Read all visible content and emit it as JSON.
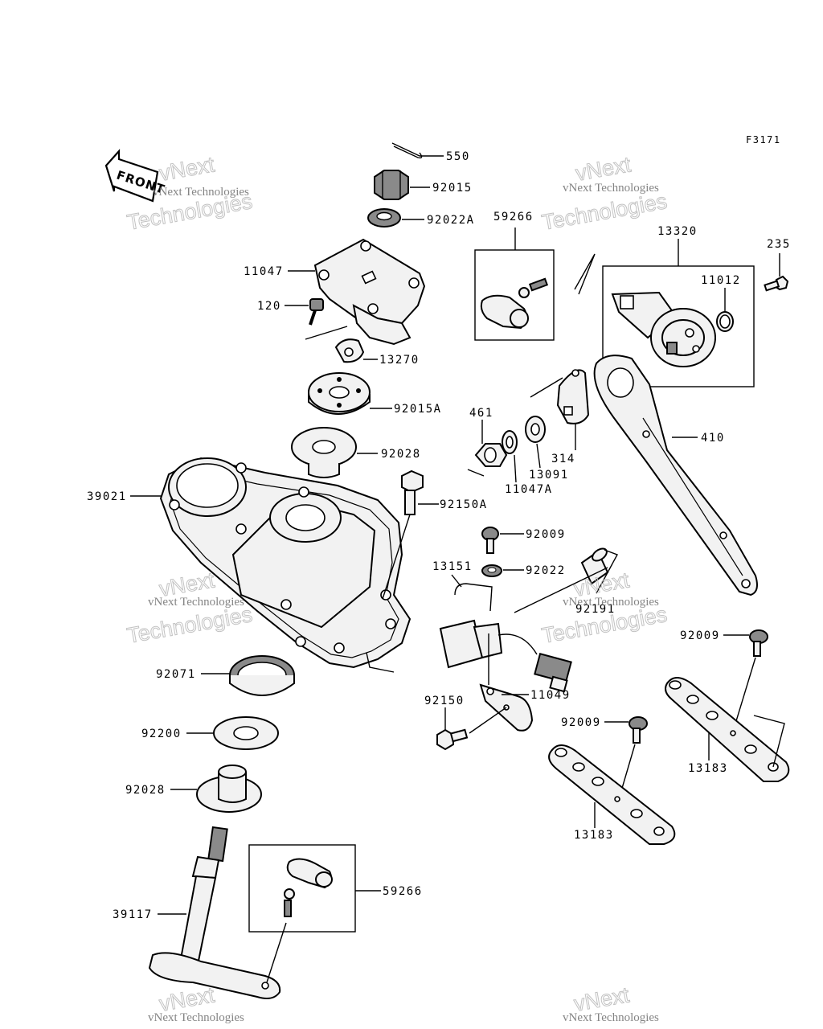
{
  "diagram_code": "F3171",
  "front_label": "FRONT",
  "watermark": {
    "line1": "vNext Technologies",
    "line2": "vNext",
    "line3": "Technologies"
  },
  "callouts": [
    {
      "id": "550",
      "label": "550"
    },
    {
      "id": "92015",
      "label": "92015"
    },
    {
      "id": "92022A",
      "label": "92022A"
    },
    {
      "id": "59266-top",
      "label": "59266"
    },
    {
      "id": "13320",
      "label": "13320"
    },
    {
      "id": "235",
      "label": "235"
    },
    {
      "id": "11012",
      "label": "11012"
    },
    {
      "id": "11047",
      "label": "11047"
    },
    {
      "id": "120",
      "label": "120"
    },
    {
      "id": "13270",
      "label": "13270"
    },
    {
      "id": "92015A",
      "label": "92015A"
    },
    {
      "id": "314",
      "label": "314"
    },
    {
      "id": "92028-top",
      "label": "92028"
    },
    {
      "id": "461",
      "label": "461"
    },
    {
      "id": "410",
      "label": "410"
    },
    {
      "id": "11047A",
      "label": "11047A"
    },
    {
      "id": "13091",
      "label": "13091"
    },
    {
      "id": "39021",
      "label": "39021"
    },
    {
      "id": "92150A",
      "label": "92150A"
    },
    {
      "id": "92009-a",
      "label": "92009"
    },
    {
      "id": "13151",
      "label": "13151"
    },
    {
      "id": "92022",
      "label": "92022"
    },
    {
      "id": "92191",
      "label": "92191"
    },
    {
      "id": "92009-b",
      "label": "92009"
    },
    {
      "id": "92071",
      "label": "92071"
    },
    {
      "id": "11049",
      "label": "11049"
    },
    {
      "id": "92150",
      "label": "92150"
    },
    {
      "id": "92009-c",
      "label": "92009"
    },
    {
      "id": "92200",
      "label": "92200"
    },
    {
      "id": "13183-right",
      "label": "13183"
    },
    {
      "id": "92028-bottom",
      "label": "92028"
    },
    {
      "id": "13183-left",
      "label": "13183"
    },
    {
      "id": "59266-bottom",
      "label": "59266"
    },
    {
      "id": "39117",
      "label": "39117"
    }
  ]
}
